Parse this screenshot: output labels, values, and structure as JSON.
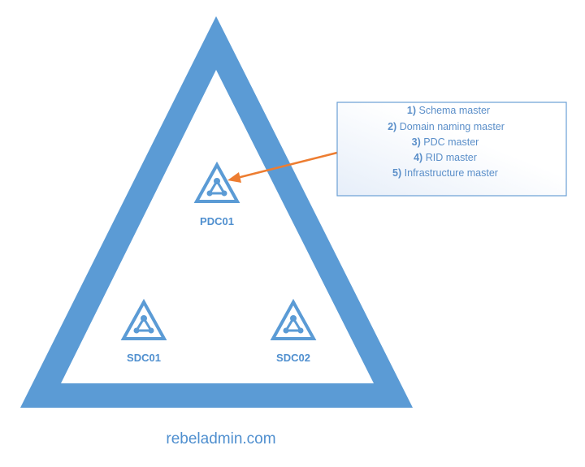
{
  "colors": {
    "triangle": "#5b9bd5",
    "arrow": "#ed7d31",
    "text": "#4f8fcf"
  },
  "nodes": [
    {
      "label": "PDC01",
      "icon": "domain-controller-icon"
    },
    {
      "label": "SDC01",
      "icon": "domain-controller-icon"
    },
    {
      "label": "SDC02",
      "icon": "domain-controller-icon"
    }
  ],
  "fsmo_roles": [
    {
      "num": "1)",
      "name": "Schema master"
    },
    {
      "num": "2)",
      "name": "Domain naming master"
    },
    {
      "num": "3)",
      "name": "PDC master"
    },
    {
      "num": "4)",
      "name": "RID master"
    },
    {
      "num": "5)",
      "name": "Infrastructure master"
    }
  ],
  "footer": "rebeladmin.com"
}
